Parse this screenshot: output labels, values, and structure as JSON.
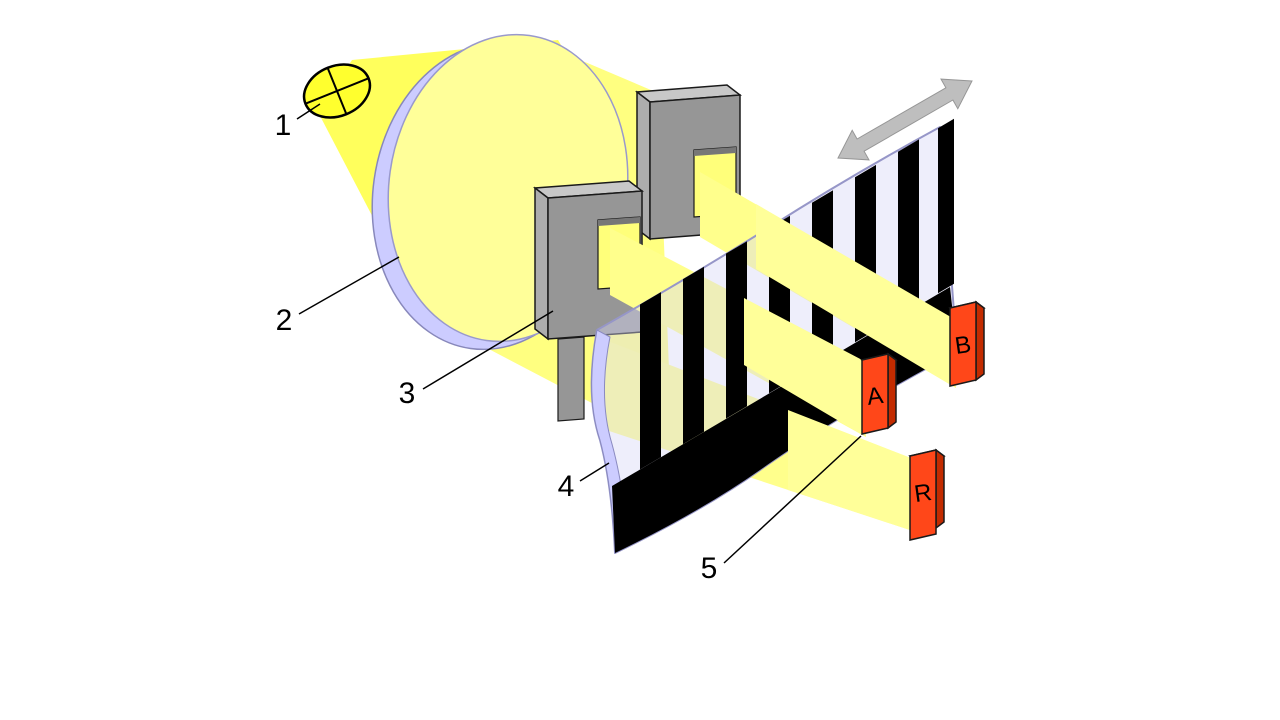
{
  "figure": {
    "type": "optical-encoder-principle-diagram",
    "callouts": [
      "1",
      "2",
      "3",
      "4",
      "5"
    ],
    "detectors": [
      "A",
      "B",
      "R"
    ],
    "colors": {
      "background": "#FFFFFF",
      "lamp": "#FFFF2E",
      "light_cone": "#FFFF5C",
      "lens_face": "#FFFF99",
      "lens_rim": "#CCCCFF",
      "beam": "#FFFF8C",
      "scale_film": "#CCCCFF",
      "mask_front": "#969696",
      "mask_top": "#C8C8C8",
      "mask_side": "#ADADAD",
      "stripe": "#000000",
      "detector_front": "#FF4719",
      "detector_top": "#FF8C66",
      "detector_side": "#C22B00",
      "arrow": "#BEBEBE"
    }
  }
}
